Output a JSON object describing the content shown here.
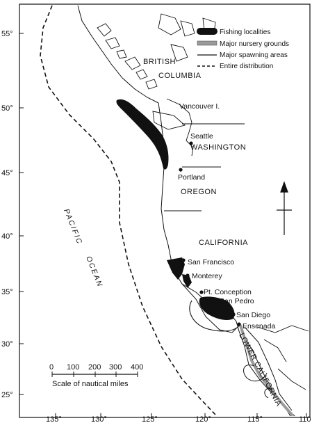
{
  "legend": {
    "fishing": "Fishing localities",
    "nursery": "Major nursery grounds",
    "spawning": "Major spawning areas",
    "distribution": "Entire distribution"
  },
  "latitudes": [
    "55°",
    "50°",
    "45°",
    "40°",
    "35°",
    "30°",
    "25°"
  ],
  "longitudes": [
    "135°",
    "130°",
    "125°",
    "120°",
    "115°",
    "110"
  ],
  "regions": {
    "bc_1": "BRITISH",
    "bc_2": "COLUMBIA",
    "washington": "WASHINGTON",
    "oregon": "OREGON",
    "california": "CALIFORNIA",
    "lower_california": "LOWER CALIFORNIA"
  },
  "places": {
    "vancouver": "Vancouver I.",
    "seattle": "Seattle",
    "portland": "Portland",
    "san_francisco": "San Francisco",
    "monterey": "Monterey",
    "pt_conception": "Pt. Conception",
    "san_pedro": "San Pedro",
    "san_diego": "San Diego",
    "ensenada": "Ensenada"
  },
  "ocean": {
    "pacific": "PACIFIC",
    "ocean": "OCEAN"
  },
  "scale": {
    "ticks": [
      "0",
      "100",
      "200",
      "300",
      "400"
    ],
    "label": "Scale of nautical miles"
  },
  "colors": {
    "ink": "#111111",
    "nursery": "#9a9a9a"
  }
}
